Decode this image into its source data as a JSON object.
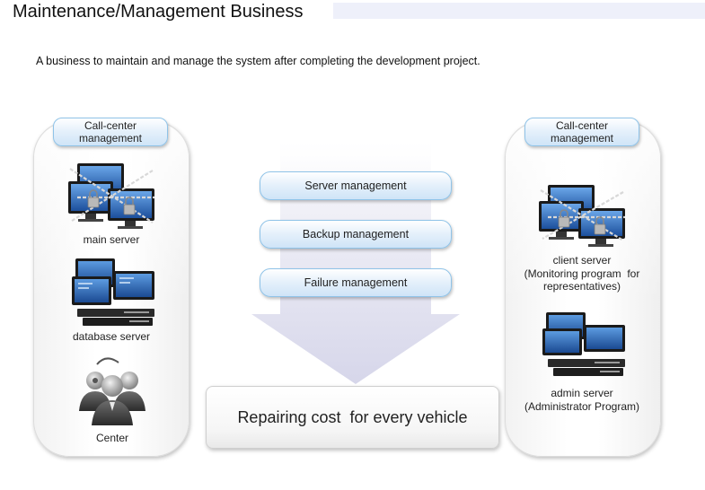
{
  "header": {
    "title": "Maintenance/Management Business",
    "subtitle": "A business to maintain and manage the system after completing the development project."
  },
  "left_panel": {
    "heading": "Call-center\nmanagement",
    "items": [
      {
        "label": "main server",
        "icon": "locked-monitors-icon"
      },
      {
        "label": "database server",
        "icon": "server-rack-icon"
      },
      {
        "label": "Center",
        "icon": "people-group-icon"
      }
    ]
  },
  "center": {
    "items": [
      "Server management",
      "Backup management",
      "Failure management"
    ],
    "result": "Repairing cost  for every vehicle"
  },
  "right_panel": {
    "heading": "Call-center\nmanagement",
    "items": [
      {
        "label": "client server\n(Monitoring program  for\nrepresentatives)",
        "icon": "locked-monitors-icon"
      },
      {
        "label": "admin server\n(Administrator Program)",
        "icon": "server-rack-icon"
      }
    ]
  },
  "colors": {
    "pill_border": "#8fc3e8",
    "pill_fill": "#cfe4f7",
    "arrow": "#dcdcef",
    "title_bar": "#eef0fa"
  }
}
